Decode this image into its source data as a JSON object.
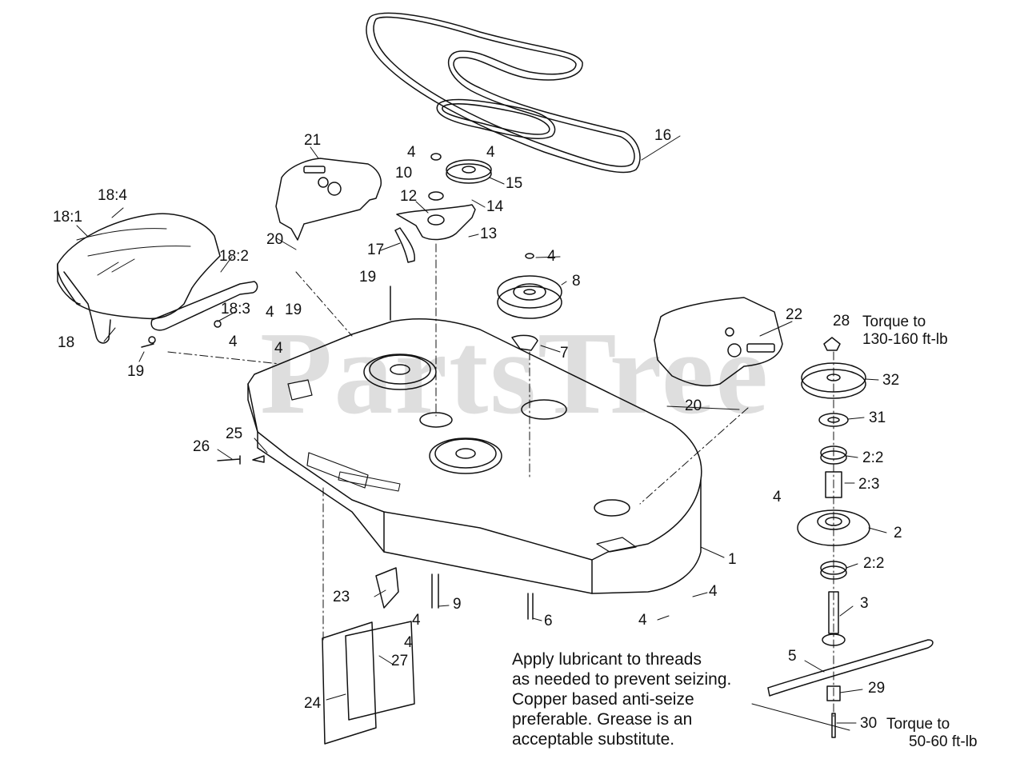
{
  "watermark": "PartsTree",
  "callouts": {
    "c1": "1",
    "c2": "2",
    "c2_2a": "2:2",
    "c2_3": "2:3",
    "c2_2b": "2:2",
    "c3": "3",
    "c4_a": "4",
    "c4_b": "4",
    "c4_c": "4",
    "c4_d": "4",
    "c4_e": "4",
    "c4_f": "4",
    "c4_g": "4",
    "c4_h": "4",
    "c4_i": "4",
    "c4_j": "4",
    "c4_k": "4",
    "c5": "5",
    "c6": "6",
    "c7": "7",
    "c8": "8",
    "c9": "9",
    "c10": "10",
    "c12": "12",
    "c13": "13",
    "c14": "14",
    "c15": "15",
    "c16": "16",
    "c17": "17",
    "c18": "18",
    "c18_1": "18:1",
    "c18_2": "18:2",
    "c18_3": "18:3",
    "c18_4": "18:4",
    "c19_a": "19",
    "c19_b": "19",
    "c19_c": "19",
    "c20_a": "20",
    "c20_b": "20",
    "c21": "21",
    "c22": "22",
    "c23": "23",
    "c24": "24",
    "c25": "25",
    "c26": "26",
    "c27": "27",
    "c28": "28",
    "c29": "29",
    "c30": "30",
    "c31": "31",
    "c32": "32"
  },
  "torque_28": {
    "line1": "Torque to",
    "line2": "130-160 ft-lb"
  },
  "torque_30": {
    "line1": "Torque to",
    "line2": "50-60 ft-lb"
  },
  "note": {
    "line1": "Apply lubricant to threads",
    "line2": "as needed to prevent seizing.",
    "line3": "Copper  based anti-seize",
    "line4": "preferable. Grease is an",
    "line5": "acceptable substitute."
  }
}
